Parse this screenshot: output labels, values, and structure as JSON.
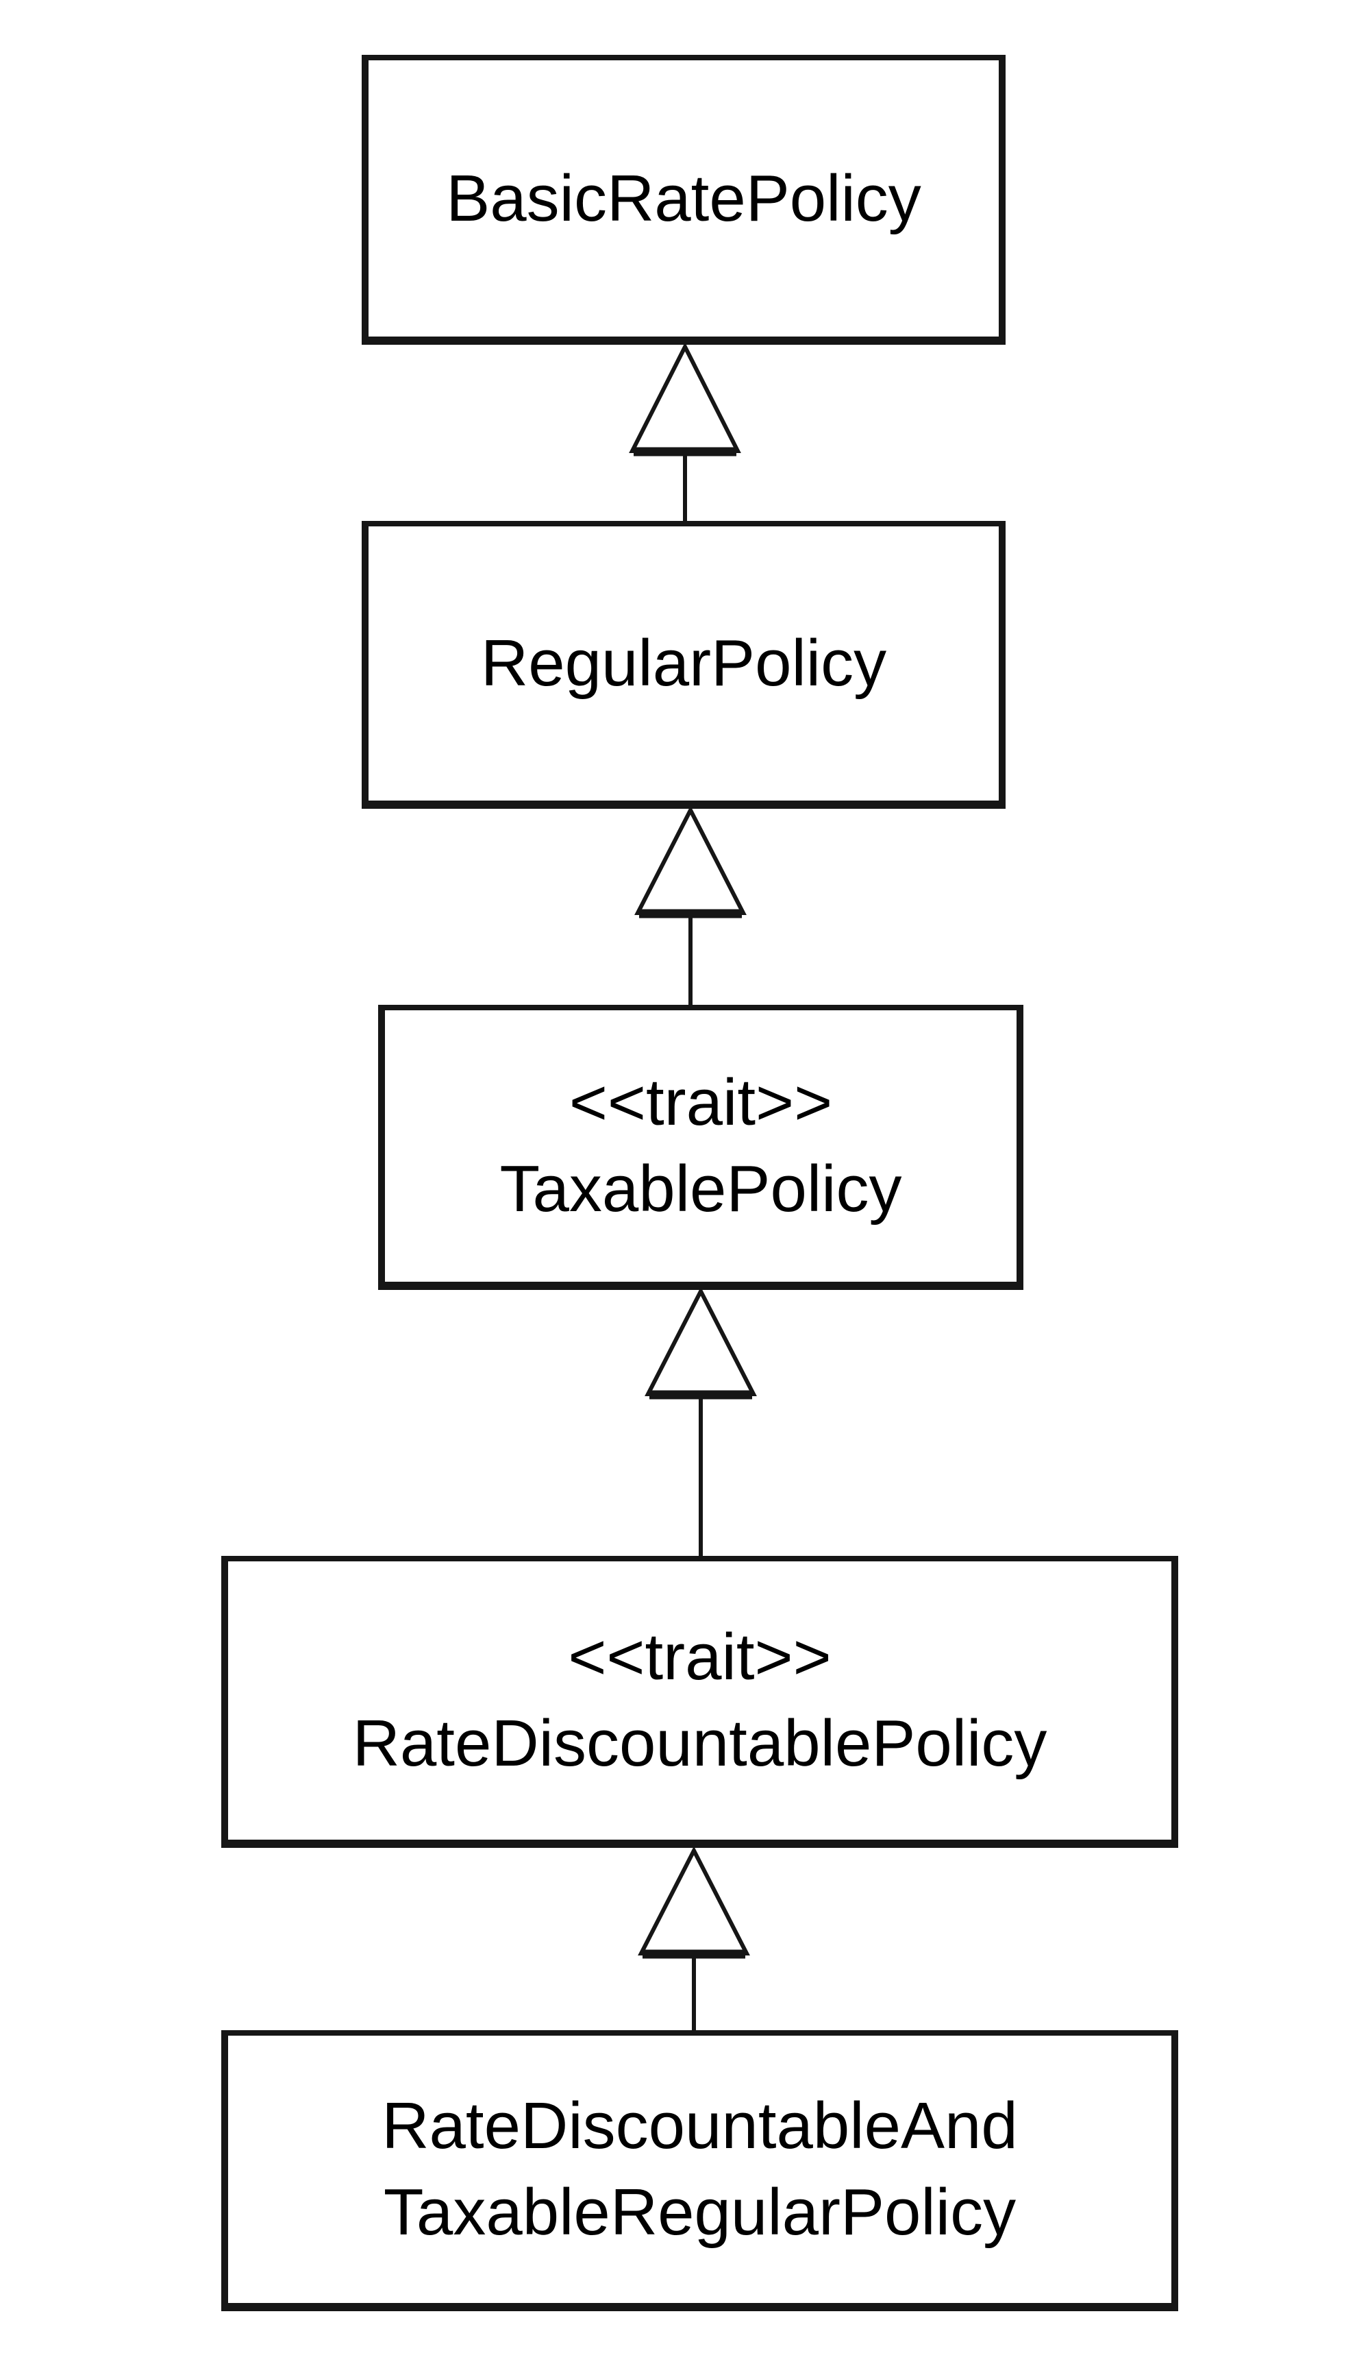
{
  "diagram": {
    "type": "uml-class-diagram",
    "background": "#ffffff",
    "colors": {
      "box_border": "#161616",
      "box_fill": "#ffffff",
      "text": "#000000",
      "arrow": "#161616",
      "arrow_head_fill": "#ffffff"
    },
    "nodes": [
      {
        "id": "basic-rate-policy",
        "lines": [
          "BasicRatePolicy"
        ]
      },
      {
        "id": "regular-policy",
        "lines": [
          "RegularPolicy"
        ]
      },
      {
        "id": "taxable-policy",
        "lines": [
          "<<trait>>",
          "TaxablePolicy"
        ]
      },
      {
        "id": "rate-discountable-policy",
        "lines": [
          "<<trait>>",
          "RateDiscountablePolicy"
        ]
      },
      {
        "id": "rate-discountable-and-taxable-regular-policy",
        "lines": [
          "RateDiscountableAnd",
          "TaxableRegularPolicy"
        ]
      }
    ],
    "edges": [
      {
        "type": "generalization",
        "from": "RegularPolicy",
        "to": "BasicRatePolicy"
      },
      {
        "type": "generalization",
        "from": "TaxablePolicy",
        "to": "RegularPolicy"
      },
      {
        "type": "generalization",
        "from": "RateDiscountablePolicy",
        "to": "TaxablePolicy"
      },
      {
        "type": "generalization",
        "from": "RateDiscountableAndTaxableRegularPolicy",
        "to": "RateDiscountablePolicy"
      }
    ]
  }
}
